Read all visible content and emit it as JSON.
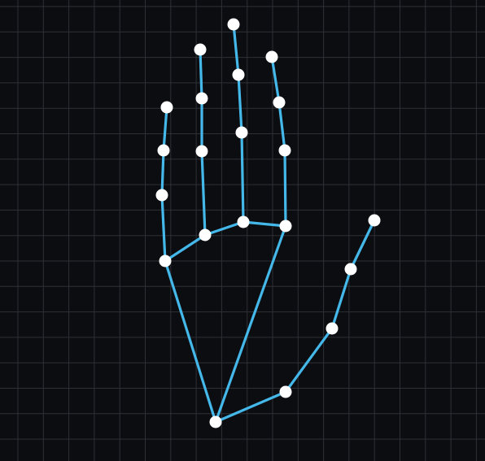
{
  "colors": {
    "background": "#0c0d11",
    "grid": "#2e3036",
    "bone": "#45b8ea",
    "joint": "#ffffff"
  },
  "grid": {
    "visible": true
  },
  "hand": {
    "joints": [
      {
        "id": "wrist",
        "name": "wrist"
      },
      {
        "id": "thumb_cmc",
        "name": "thumb-cmc"
      },
      {
        "id": "thumb_mcp",
        "name": "thumb-mcp"
      },
      {
        "id": "thumb_ip",
        "name": "thumb-ip"
      },
      {
        "id": "thumb_tip",
        "name": "thumb-tip"
      },
      {
        "id": "index_mcp",
        "name": "index-mcp"
      },
      {
        "id": "index_pip",
        "name": "index-pip"
      },
      {
        "id": "index_dip",
        "name": "index-dip"
      },
      {
        "id": "index_tip",
        "name": "index-tip"
      },
      {
        "id": "middle_mcp",
        "name": "middle-mcp"
      },
      {
        "id": "middle_pip",
        "name": "middle-pip"
      },
      {
        "id": "middle_dip",
        "name": "middle-dip"
      },
      {
        "id": "middle_tip",
        "name": "middle-tip"
      },
      {
        "id": "ring_mcp",
        "name": "ring-mcp"
      },
      {
        "id": "ring_pip",
        "name": "ring-pip"
      },
      {
        "id": "ring_dip",
        "name": "ring-dip"
      },
      {
        "id": "ring_tip",
        "name": "ring-tip"
      },
      {
        "id": "pinky_mcp",
        "name": "pinky-mcp"
      },
      {
        "id": "pinky_pip",
        "name": "pinky-pip"
      },
      {
        "id": "pinky_dip",
        "name": "pinky-dip"
      },
      {
        "id": "pinky_tip",
        "name": "pinky-tip"
      }
    ],
    "bones": [
      [
        "wrist",
        "thumb_cmc"
      ],
      [
        "thumb_cmc",
        "thumb_mcp"
      ],
      [
        "thumb_mcp",
        "thumb_ip"
      ],
      [
        "thumb_ip",
        "thumb_tip"
      ],
      [
        "wrist",
        "index_mcp"
      ],
      [
        "index_mcp",
        "index_pip"
      ],
      [
        "index_pip",
        "index_dip"
      ],
      [
        "index_dip",
        "index_tip"
      ],
      [
        "middle_mcp",
        "middle_pip"
      ],
      [
        "middle_pip",
        "middle_dip"
      ],
      [
        "middle_dip",
        "middle_tip"
      ],
      [
        "ring_mcp",
        "ring_pip"
      ],
      [
        "ring_pip",
        "ring_dip"
      ],
      [
        "ring_dip",
        "ring_tip"
      ],
      [
        "pinky_mcp",
        "pinky_pip"
      ],
      [
        "pinky_pip",
        "pinky_dip"
      ],
      [
        "pinky_dip",
        "pinky_tip"
      ],
      [
        "index_mcp",
        "middle_mcp"
      ],
      [
        "middle_mcp",
        "ring_mcp"
      ],
      [
        "ring_mcp",
        "pinky_mcp"
      ],
      [
        "wrist",
        "pinky_mcp"
      ]
    ]
  }
}
